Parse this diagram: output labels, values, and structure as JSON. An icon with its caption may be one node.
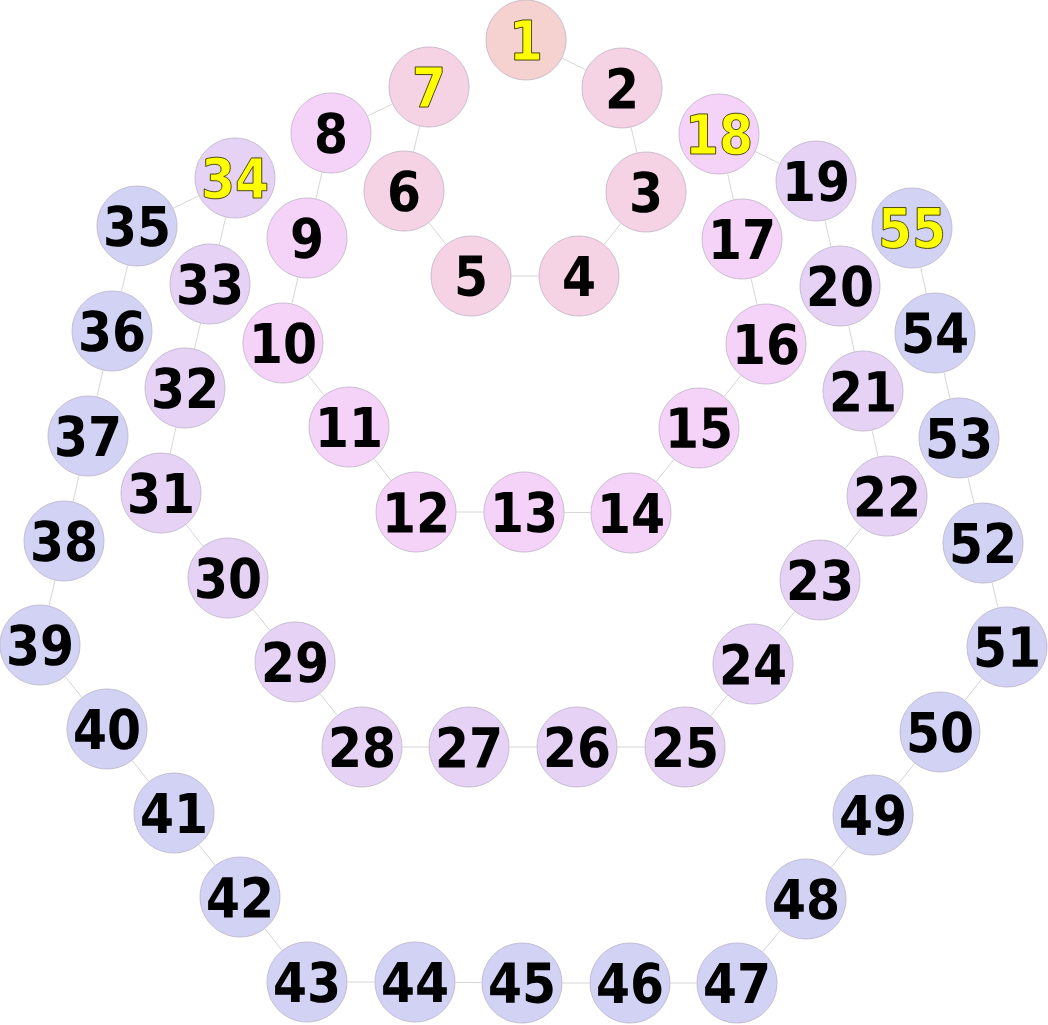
{
  "diagram": {
    "nodes": [
      {
        "text": [
          "1"
        ]
      },
      {
        "text": [
          "2"
        ]
      },
      {
        "text": [
          "3"
        ]
      },
      {
        "text": [
          "4"
        ]
      },
      {
        "text": [
          "5"
        ]
      },
      {
        "text": [
          "6"
        ]
      },
      {
        "text": [
          "7"
        ]
      },
      {
        "text": [
          "8"
        ]
      },
      {
        "text": [
          "9"
        ]
      },
      {
        "text": [
          "10"
        ]
      },
      {
        "text": [
          "11"
        ]
      },
      {
        "text": [
          "12"
        ]
      },
      {
        "text": [
          "13"
        ]
      },
      {
        "text": [
          "14"
        ]
      },
      {
        "text": [
          "15"
        ]
      },
      {
        "text": [
          "16"
        ]
      },
      {
        "text": [
          "17"
        ]
      },
      {
        "text": [
          "18"
        ]
      },
      {
        "text": [
          "19"
        ]
      },
      {
        "text": [
          "20"
        ]
      },
      {
        "text": [
          "21"
        ]
      },
      {
        "text": [
          "22"
        ]
      },
      {
        "text": [
          "23"
        ]
      },
      {
        "text": [
          "24"
        ]
      },
      {
        "text": [
          "25"
        ]
      },
      {
        "text": [
          "26"
        ]
      },
      {
        "text": [
          "27"
        ]
      },
      {
        "text": [
          "28"
        ]
      },
      {
        "text": [
          "29"
        ]
      },
      {
        "text": [
          "30"
        ]
      },
      {
        "text": [
          "31"
        ]
      },
      {
        "text": [
          "32"
        ]
      },
      {
        "text": [
          "33"
        ]
      },
      {
        "text": [
          "34"
        ]
      },
      {
        "text": [
          "35"
        ]
      },
      {
        "text": [
          "36"
        ]
      },
      {
        "text": [
          "37"
        ]
      },
      {
        "text": [
          "38"
        ]
      },
      {
        "text": [
          "39"
        ]
      },
      {
        "text": [
          "40"
        ]
      },
      {
        "text": [
          "41"
        ]
      },
      {
        "text": [
          "42"
        ]
      },
      {
        "text": [
          "43"
        ]
      },
      {
        "text": [
          "44"
        ]
      },
      {
        "text": [
          "45"
        ]
      },
      {
        "text": [
          "46"
        ]
      },
      {
        "text": [
          "47"
        ]
      },
      {
        "text": [
          "48"
        ]
      },
      {
        "text": [
          "49"
        ]
      },
      {
        "text": [
          "50"
        ]
      },
      {
        "text": [
          "51"
        ]
      },
      {
        "text": [
          "52"
        ]
      },
      {
        "text": [
          "53"
        ]
      },
      {
        "text": [
          "54"
        ]
      },
      {
        "text": [
          "55"
        ]
      }
    ],
    "edges": [
      {
        "from": 0,
        "to": 1,
        "arrow": "none"
      },
      {
        "from": 1,
        "to": 2,
        "arrow": "none"
      },
      {
        "from": 2,
        "to": 3,
        "arrow": "none"
      },
      {
        "from": 3,
        "to": 4,
        "arrow": "none"
      },
      {
        "from": 4,
        "to": 5,
        "arrow": "none"
      },
      {
        "from": 5,
        "to": 6,
        "arrow": "none"
      },
      {
        "from": 6,
        "to": 7,
        "arrow": "none"
      },
      {
        "from": 7,
        "to": 8,
        "arrow": "none"
      },
      {
        "from": 8,
        "to": 9,
        "arrow": "none"
      },
      {
        "from": 9,
        "to": 10,
        "arrow": "none"
      },
      {
        "from": 10,
        "to": 11,
        "arrow": "none"
      },
      {
        "from": 11,
        "to": 12,
        "arrow": "none"
      },
      {
        "from": 12,
        "to": 13,
        "arrow": "none"
      },
      {
        "from": 13,
        "to": 14,
        "arrow": "none"
      },
      {
        "from": 14,
        "to": 15,
        "arrow": "none"
      },
      {
        "from": 15,
        "to": 16,
        "arrow": "none"
      },
      {
        "from": 16,
        "to": 17,
        "arrow": "none"
      },
      {
        "from": 17,
        "to": 18,
        "arrow": "none"
      },
      {
        "from": 18,
        "to": 19,
        "arrow": "none"
      },
      {
        "from": 19,
        "to": 20,
        "arrow": "none"
      },
      {
        "from": 20,
        "to": 21,
        "arrow": "none"
      },
      {
        "from": 21,
        "to": 22,
        "arrow": "none"
      },
      {
        "from": 22,
        "to": 23,
        "arrow": "none"
      },
      {
        "from": 23,
        "to": 24,
        "arrow": "none"
      },
      {
        "from": 24,
        "to": 25,
        "arrow": "none"
      },
      {
        "from": 25,
        "to": 26,
        "arrow": "none"
      },
      {
        "from": 26,
        "to": 27,
        "arrow": "none"
      },
      {
        "from": 27,
        "to": 28,
        "arrow": "none"
      },
      {
        "from": 28,
        "to": 29,
        "arrow": "none"
      },
      {
        "from": 29,
        "to": 30,
        "arrow": "none"
      },
      {
        "from": 30,
        "to": 31,
        "arrow": "none"
      },
      {
        "from": 31,
        "to": 32,
        "arrow": "none"
      },
      {
        "from": 32,
        "to": 33,
        "arrow": "none"
      },
      {
        "from": 33,
        "to": 34,
        "arrow": "none"
      },
      {
        "from": 34,
        "to": 35,
        "arrow": "none"
      },
      {
        "from": 35,
        "to": 36,
        "arrow": "none"
      },
      {
        "from": 36,
        "to": 37,
        "arrow": "none"
      },
      {
        "from": 37,
        "to": 38,
        "arrow": "none"
      },
      {
        "from": 38,
        "to": 39,
        "arrow": "none"
      },
      {
        "from": 39,
        "to": 40,
        "arrow": "none"
      },
      {
        "from": 40,
        "to": 41,
        "arrow": "none"
      },
      {
        "from": 41,
        "to": 42,
        "arrow": "none"
      },
      {
        "from": 42,
        "to": 43,
        "arrow": "none"
      },
      {
        "from": 43,
        "to": 44,
        "arrow": "none"
      },
      {
        "from": 44,
        "to": 45,
        "arrow": "none"
      },
      {
        "from": 45,
        "to": 46,
        "arrow": "none"
      },
      {
        "from": 46,
        "to": 47,
        "arrow": "none"
      },
      {
        "from": 47,
        "to": 48,
        "arrow": "none"
      },
      {
        "from": 48,
        "to": 49,
        "arrow": "none"
      },
      {
        "from": 49,
        "to": 50,
        "arrow": "none"
      },
      {
        "from": 50,
        "to": 51,
        "arrow": "none"
      },
      {
        "from": 51,
        "to": 52,
        "arrow": "none"
      },
      {
        "from": 52,
        "to": 53,
        "arrow": "none"
      },
      {
        "from": 53,
        "to": 54,
        "arrow": "none"
      }
    ]
  }
}
